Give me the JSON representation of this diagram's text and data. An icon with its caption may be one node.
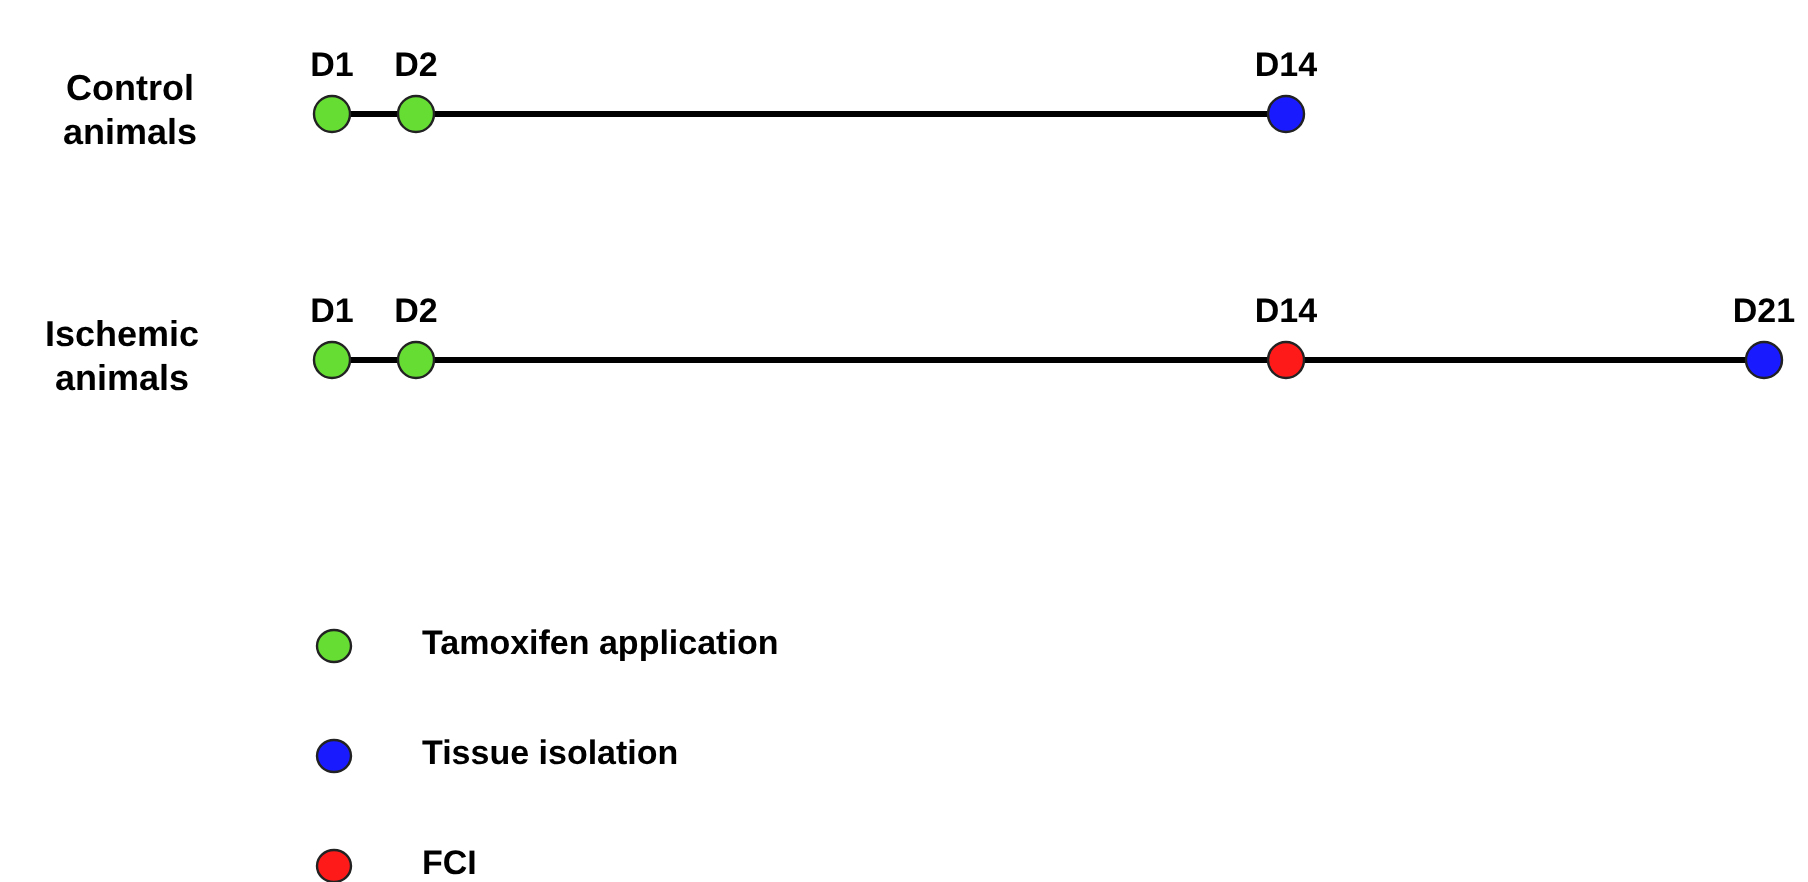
{
  "diagram": {
    "nodes": [
      {
        "text": [],
        "shape": "circle",
        "beside": [
          "D1"
        ]
      },
      {
        "text": [],
        "shape": "circle",
        "beside": [
          "D2"
        ]
      },
      {
        "text": [],
        "shape": "circle",
        "beside": [
          "D14"
        ]
      },
      {
        "text": [],
        "shape": "circle",
        "beside": [
          "D1"
        ]
      },
      {
        "text": [],
        "shape": "circle",
        "beside": [
          "D2"
        ]
      },
      {
        "text": [],
        "shape": "circle",
        "beside": [
          "D14"
        ]
      },
      {
        "text": [],
        "shape": "circle",
        "beside": [
          "D21"
        ]
      }
    ],
    "edges": [
      {
        "from": 0,
        "to": 1,
        "arrow": "none"
      },
      {
        "from": 1,
        "to": 2,
        "arrow": "none"
      },
      {
        "from": 3,
        "to": 4,
        "arrow": "none"
      },
      {
        "from": 4,
        "to": 5,
        "arrow": "none"
      },
      {
        "from": 5,
        "to": 6,
        "arrow": "none"
      }
    ],
    "labels": [
      "Control animals",
      "Ischemic animals"
    ],
    "legend": [
      {
        "text": "Tamoxifen application",
        "color": "#66dd33"
      },
      {
        "text": "Tissue isolation",
        "color": "#1a1aff"
      },
      {
        "text": "FCI",
        "color": "#ff1a1a"
      }
    ]
  }
}
